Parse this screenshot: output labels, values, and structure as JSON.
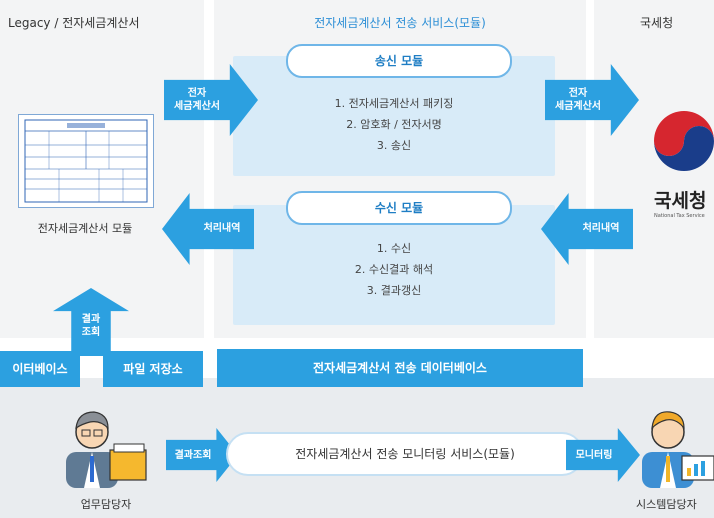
{
  "panels": {
    "legacy_title": "Legacy / 전자세금계산서",
    "service_title": "전자세금계산서 전송 서비스(모듈)",
    "nts_title": "국세청"
  },
  "send_module": {
    "title": "송신 모듈",
    "steps": [
      "1. 전자세금계산서 패키징",
      "2. 암호화 / 전자서명",
      "3. 송신"
    ]
  },
  "receive_module": {
    "title": "수신 모듈",
    "steps": [
      "1. 수신",
      "2. 수신결과 해석",
      "3. 결과갱신"
    ]
  },
  "arrows": {
    "invoice_left": "전자\n세금계산서",
    "invoice_right": "전자\n세금계산서",
    "process_left": "처리내역",
    "process_right": "처리내역",
    "result_query": "결과\n조회",
    "result_query_bottom": "결과조회",
    "monitoring": "모니터링"
  },
  "legacy": {
    "module_caption": "전자세금계산서 모듈"
  },
  "nts_logo": {
    "text": "국세청",
    "subtext": "National Tax Service"
  },
  "databases": {
    "interface_db": "이터베이스",
    "file_store": "파일 저장소",
    "transmission_db": "전자세금계산서 전송 데이터베이스"
  },
  "monitoring_service": "전자세금계산서 전송 모니터링 서비스(모듈)",
  "people": {
    "operator": "업무담당자",
    "sysadmin": "시스템담당자"
  },
  "colors": {
    "accent": "#2ca0e0",
    "module_bg": "#d8ebf8",
    "panel_bg": "#f3f4f5"
  }
}
